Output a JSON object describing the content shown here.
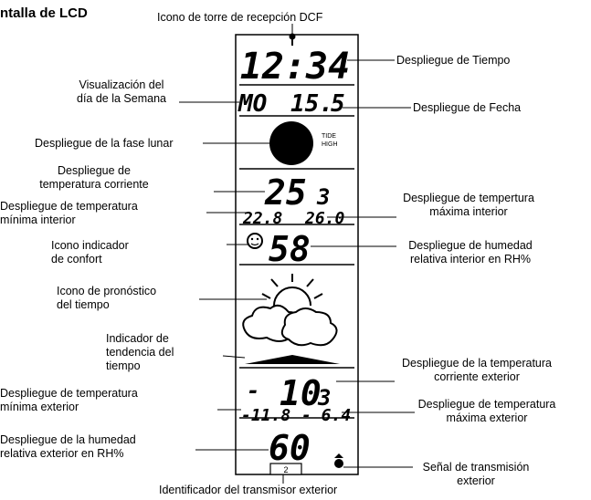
{
  "heading": "ntalla de LCD",
  "labels": {
    "dcf": "Icono de torre de recepción DCF",
    "tiempo": "Despliegue de Tiempo",
    "dia_l1": "Visualización del",
    "dia_l2": "día de la Semana",
    "fecha": "Despliegue de Fecha",
    "lunar": "Despliegue de la fase lunar",
    "temp_cur_l1": "Despliegue de",
    "temp_cur_l2": "temperatura corriente",
    "tmin_in_l1": "Despliegue de temperatura",
    "tmin_in_l2": "mínima interior",
    "tmax_in_l1": "Despliegue de tempertura",
    "tmax_in_l2": "máxima interior",
    "confort_l1": "Icono indicador",
    "confort_l2": "de confort",
    "hum_in_l1": "Despliegue de humedad",
    "hum_in_l2": "relativa interior en RH%",
    "prono_l1": "Icono de pronóstico",
    "prono_l2": "del tiempo",
    "tend_l1": "Indicador de",
    "tend_l2": "tendencia del",
    "tend_l3": "tiempo",
    "temp_ext_l1": "Despliegue de la temperatura",
    "temp_ext_l2": "corriente exterior",
    "tmin_ext_l1": "Despliegue de temperatura",
    "tmin_ext_l2": "mínima exterior",
    "tmax_ext_l1": "Despliegue de temperatura",
    "tmax_ext_l2": "máxima exterior",
    "hum_ext_l1": "Despliegue de la humedad",
    "hum_ext_l2": "relativa exterior en RH%",
    "senal_l1": "Señal de transmisión",
    "senal_l2": "exterior",
    "ident": "Identificador del transmisor exterior"
  },
  "lcd": {
    "time": "12:34",
    "weekday": "MO",
    "day": "15.",
    "month": "5",
    "tide_l1": "TIDE",
    "tide_l2": "HIGH",
    "temp_in": "25",
    "temp_in_dec": "3",
    "tmin_in": "22.8",
    "tmax_in": "26.0",
    "hum_in": "58",
    "temp_out_sign": "-",
    "temp_out": "10",
    "temp_out_dec": "3",
    "tmin_out": "-11.8",
    "tmax_out": "- 6.4",
    "hum_out": "60",
    "transmitter_id": "2"
  }
}
